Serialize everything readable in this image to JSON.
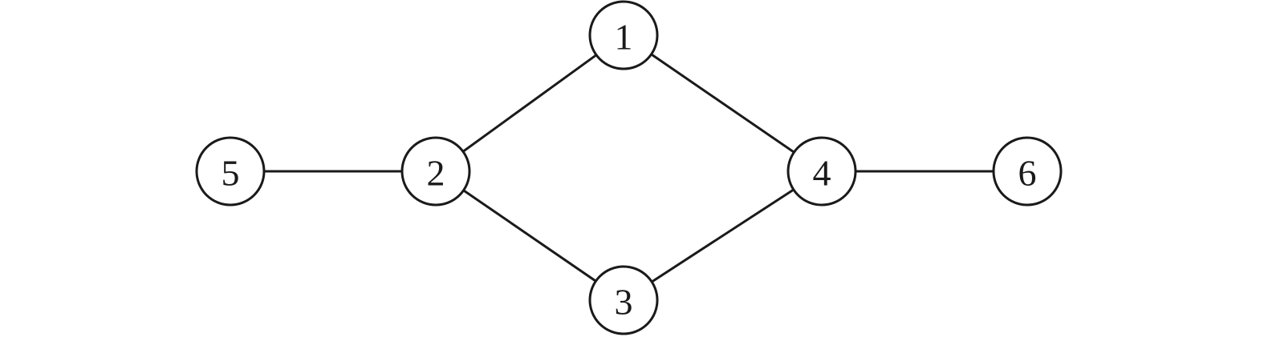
{
  "graph": {
    "nodes": [
      {
        "id": "1",
        "label": "1"
      },
      {
        "id": "2",
        "label": "2"
      },
      {
        "id": "3",
        "label": "3"
      },
      {
        "id": "4",
        "label": "4"
      },
      {
        "id": "5",
        "label": "5"
      },
      {
        "id": "6",
        "label": "6"
      }
    ],
    "edges": [
      {
        "from": "5",
        "to": "2"
      },
      {
        "from": "2",
        "to": "1"
      },
      {
        "from": "2",
        "to": "3"
      },
      {
        "from": "1",
        "to": "4"
      },
      {
        "from": "3",
        "to": "4"
      },
      {
        "from": "4",
        "to": "6"
      }
    ]
  }
}
